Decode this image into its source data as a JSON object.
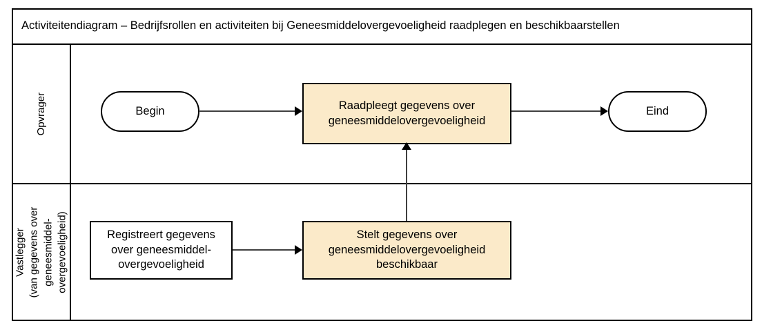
{
  "diagram": {
    "title": "Activiteitendiagram – Bedrijfsrollen en activiteiten bij Geneesmiddelovergevoeligheid raadplegen en beschikbaarstellen",
    "colors": {
      "activity_fill": "#fbeac9",
      "node_fill": "#ffffff",
      "border": "#000000",
      "connector": "#3f3f3f",
      "background": "#ffffff"
    },
    "lanes": [
      {
        "id": "opvrager",
        "label": "Opvrager",
        "sublabels": []
      },
      {
        "id": "vastlegger",
        "label": "Vastlegger",
        "sublabels": [
          "(van gegevens over",
          "geneesmiddel-",
          "overgevoeligheid)"
        ]
      }
    ],
    "nodes": [
      {
        "id": "begin",
        "lane": "opvrager",
        "shape": "stadium",
        "fill": "#ffffff",
        "label": "Begin"
      },
      {
        "id": "raadpleegt",
        "lane": "opvrager",
        "shape": "rectangle",
        "fill": "#fbeac9",
        "label": "Raadpleegt gegevens over geneesmiddelovergevoeligheid"
      },
      {
        "id": "eind",
        "lane": "opvrager",
        "shape": "stadium",
        "fill": "#ffffff",
        "label": "Eind"
      },
      {
        "id": "registreert",
        "lane": "vastlegger",
        "shape": "rectangle",
        "fill": "#ffffff",
        "label": "Registreert gegevens over geneesmiddel-overgevoeligheid"
      },
      {
        "id": "stelt",
        "lane": "vastlegger",
        "shape": "rectangle",
        "fill": "#fbeac9",
        "label": "Stelt gegevens over geneesmiddelovergevoeligheid beschikbaar"
      }
    ],
    "edges": [
      {
        "id": "begin-raadpleegt",
        "from": "begin",
        "to": "raadpleegt",
        "direction": "right",
        "label": ""
      },
      {
        "id": "raadpleegt-eind",
        "from": "raadpleegt",
        "to": "eind",
        "direction": "right",
        "label": ""
      },
      {
        "id": "registreert-stelt",
        "from": "registreert",
        "to": "stelt",
        "direction": "right",
        "label": ""
      },
      {
        "id": "stelt-raadpleegt",
        "from": "stelt",
        "to": "raadpleegt",
        "direction": "up",
        "label": ""
      }
    ]
  }
}
